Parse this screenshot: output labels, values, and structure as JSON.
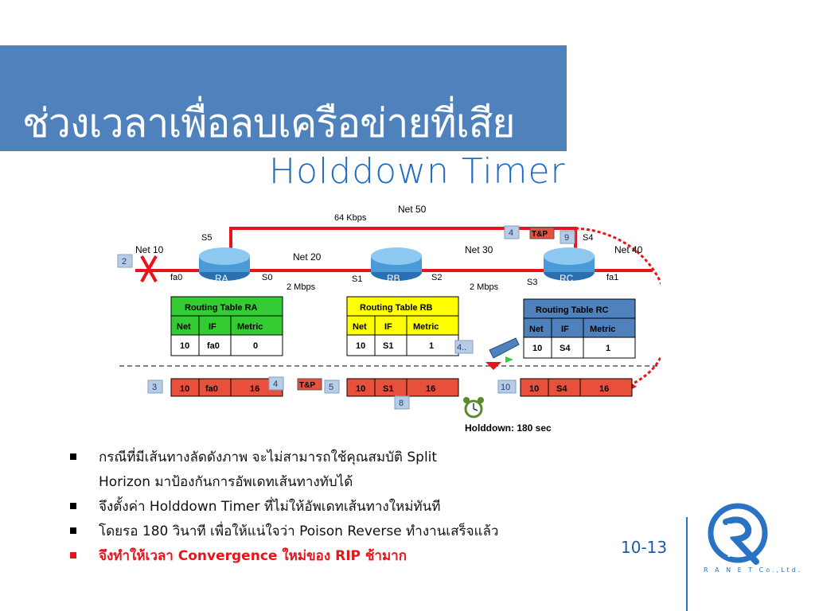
{
  "slide": {
    "title_thai": "ช่วงเวลาเพื่อลบเครือข่ายที่เสีย",
    "title_en": "Holddown Timer",
    "page_number": "10-13"
  },
  "diagram": {
    "links": {
      "top": "Net 50",
      "top_speed": "64 Kbps",
      "ab": "Net 20",
      "ab_speed": "2 Mbps",
      "bc": "Net 30",
      "bc_speed": "2 Mbps",
      "left": "Net 10",
      "right": "Net 40"
    },
    "routers": [
      {
        "name": "RA",
        "ports": [
          "fa0",
          "S0",
          "S5"
        ]
      },
      {
        "name": "RB",
        "ports": [
          "S1",
          "S2"
        ]
      },
      {
        "name": "RC",
        "ports": [
          "S3",
          "fa1",
          "S4"
        ]
      }
    ],
    "tables": [
      {
        "title": "Routing Table RA",
        "headers": [
          "Net",
          "IF",
          "Metric"
        ],
        "row": [
          "10",
          "fa0",
          "0"
        ],
        "color": "#33cc33"
      },
      {
        "title": "Routing Table RB",
        "headers": [
          "Net",
          "IF",
          "Metric"
        ],
        "row": [
          "10",
          "S1",
          "1"
        ],
        "color": "#ffff00"
      },
      {
        "title": "Routing Table RC",
        "headers": [
          "Net",
          "IF",
          "Metric"
        ],
        "row": [
          "10",
          "S4",
          "1"
        ],
        "color": "#4f81bd"
      }
    ],
    "updated_rows": [
      [
        "10",
        "fa0",
        "16"
      ],
      [
        "10",
        "S1",
        "16"
      ],
      [
        "10",
        "S4",
        "16"
      ]
    ],
    "step_labels": [
      "2",
      "3",
      "4",
      "5",
      "8",
      "4",
      "9",
      "10",
      "4.."
    ],
    "tp_label": "T&P",
    "holddown_label": "Holddown: 180 sec"
  },
  "bullets": [
    {
      "text": "กรณีที่มีเส้นทางลัดดังภาพ จะไม่สามารถใช้คุณสมบัติ Split",
      "cont": "Horizon มาป้องกันการอัพเดทเส้นทางทับได้"
    },
    {
      "text": "จึงตั้งค่า Holddown Timer ที่ไม่ให้อัพเดทเส้นทางใหม่ทันที"
    },
    {
      "text": "โดยรอ 180 วินาที เพื่อให้แน่ใจว่า Poison Reverse ทำงานเสร็จแล้ว"
    },
    {
      "text": "จึงทำให้เวลา Convergence ใหม่ของ RIP ช้ามาก"
    }
  ],
  "logo": {
    "text": "R A N E T Co.,Ltd."
  },
  "colors": {
    "banner": "#4f81bd",
    "link": "#e8141b",
    "accent_red": "#e8141b",
    "title_en": "#1f6cc4"
  }
}
